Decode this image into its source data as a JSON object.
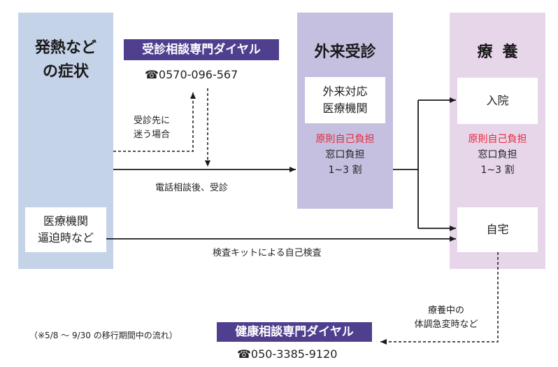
{
  "columns": {
    "symptom": {
      "title_line1": "発熱など",
      "title_line2": "の症状"
    },
    "outpatient": {
      "title": "外来受診"
    },
    "care": {
      "title": "療養"
    }
  },
  "boxes": {
    "emergency": {
      "line1": "医療機関",
      "line2": "逼迫時など"
    },
    "facility": {
      "line1": "外来対応",
      "line2": "医療機関"
    },
    "hospital": {
      "label": "入院"
    },
    "home": {
      "label": "自宅"
    }
  },
  "burden": {
    "outpatient": {
      "principle": "原則自己負担",
      "window": "窓口負担",
      "ratio": "1~3 割"
    },
    "care": {
      "principle": "原則自己負担",
      "window": "窓口負担",
      "ratio": "1~3 割"
    }
  },
  "dials": {
    "consult": {
      "name": "受診相談専門ダイヤル",
      "phone": "☎0570-096-567"
    },
    "health": {
      "name": "健康相談専門ダイヤル",
      "phone": "☎050-3385-9120"
    }
  },
  "labels": {
    "lost_line1": "受診先に",
    "lost_line2": "迷う場合",
    "after_call": "電話相談後、受診",
    "test_kit": "検査キットによる自己検査",
    "sudden_line1": "療養中の",
    "sudden_line2": "体調急変時など"
  },
  "note": "（※5/8 ～ 9/30 の移行期間中の流れ）",
  "colors": {
    "symptom_bg": "#c5d3e8",
    "outpatient_bg": "#c5bfe0",
    "care_bg": "#e7d6ea",
    "banner": "#4f3f8e",
    "burden_red": "#e8283a"
  }
}
